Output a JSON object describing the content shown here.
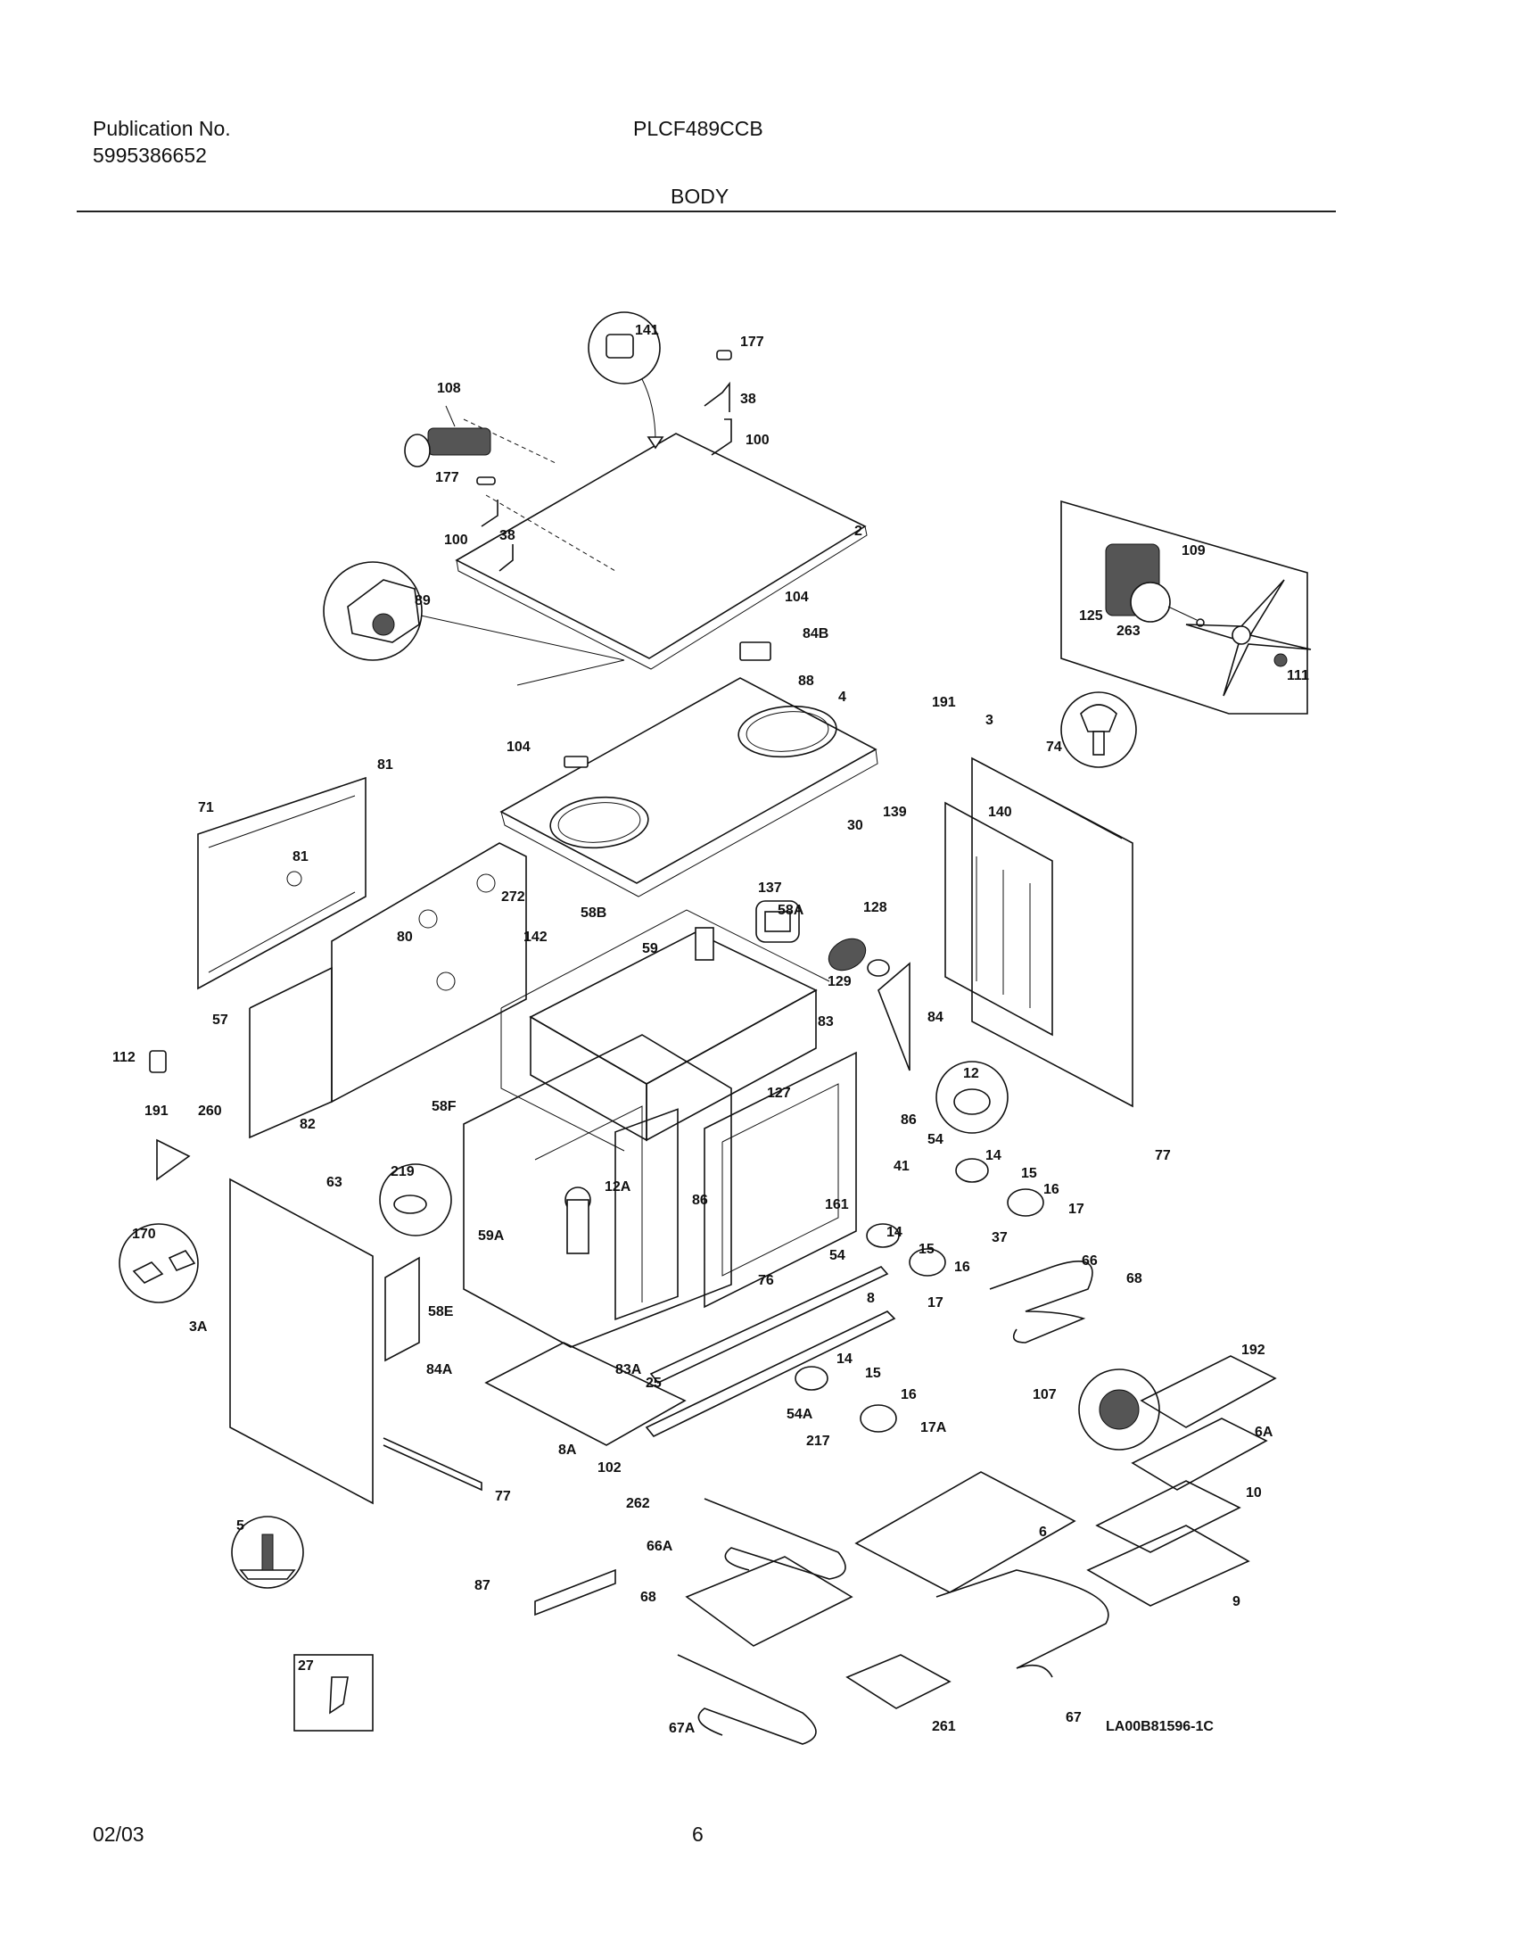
{
  "header": {
    "publication_label": "Publication No.",
    "publication_number": "5995386652",
    "model": "PLCF489CCB",
    "section": "BODY"
  },
  "diagram": {
    "drawing_code": "LA00B81596-1C",
    "callouts": [
      "141",
      "177",
      "38",
      "100",
      "108",
      "177",
      "100",
      "38",
      "2",
      "89",
      "104",
      "84B",
      "88",
      "4",
      "191",
      "3",
      "74",
      "125",
      "109",
      "263",
      "111",
      "104",
      "81",
      "30",
      "139",
      "140",
      "71",
      "81",
      "272",
      "137",
      "128",
      "129",
      "58B",
      "59",
      "58A",
      "80",
      "142",
      "84",
      "57",
      "83",
      "12",
      "112",
      "127",
      "86",
      "191",
      "260",
      "58F",
      "54",
      "14",
      "15",
      "16",
      "17",
      "77",
      "82",
      "63",
      "219",
      "12A",
      "86",
      "161",
      "41",
      "37",
      "170",
      "59A",
      "54",
      "14",
      "15",
      "16",
      "66",
      "68",
      "3A",
      "58E",
      "76",
      "8",
      "17",
      "84A",
      "83A",
      "25",
      "14",
      "15",
      "16",
      "107",
      "192",
      "54A",
      "17A",
      "6A",
      "8A",
      "102",
      "217",
      "262",
      "77",
      "10",
      "66A",
      "6",
      "5",
      "9",
      "87",
      "68",
      "27",
      "67A",
      "261",
      "67"
    ]
  },
  "footer": {
    "date": "02/03",
    "page": "6"
  }
}
